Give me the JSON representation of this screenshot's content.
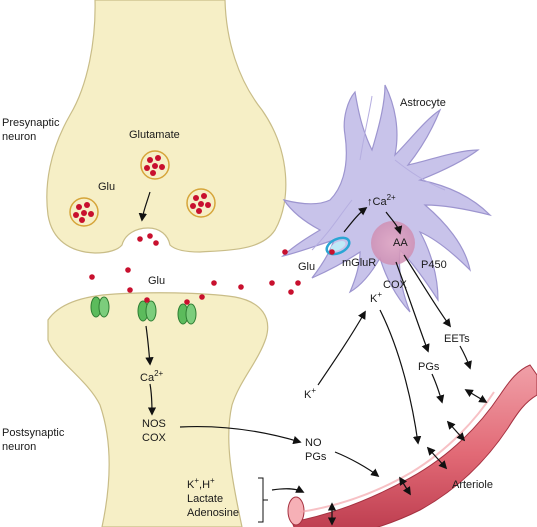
{
  "labels": {
    "presynaptic_line1": "Presynaptic",
    "presynaptic_line2": "neuron",
    "glutamate": "Glutamate",
    "glu_vesicles": "Glu",
    "glu_cleft": "Glu",
    "glu_astro": "Glu",
    "astrocyte": "Astrocyte",
    "ca_astro_arrow": "↑Ca",
    "ca_astro_sup": "2+",
    "aa": "AA",
    "mglur": "mGluR",
    "p450": "P450",
    "cox_astro": "COX",
    "k_astro": "K",
    "k_astro_sup": "+",
    "eets": "EETs",
    "pgs_astro": "PGs",
    "k_left": "K",
    "k_left_sup": "+",
    "ca_post": "Ca",
    "ca_post_sup": "2+",
    "nos": "NOS",
    "cox_post": "COX",
    "postsynaptic_line1": "Postsynaptic",
    "postsynaptic_line2": "neuron",
    "no": "NO",
    "pgs_post": "PGs",
    "khp_line1": "K",
    "khp_sup1": "+",
    "khp_mid": ",H",
    "khp_sup2": "+",
    "lactate": "Lactate",
    "adenosine": "Adenosine",
    "arteriole": "Arteriole"
  },
  "colors": {
    "neuron_fill": "#f6efc6",
    "neuron_stroke": "#c9bd88",
    "astro_fill": "#c8c3ea",
    "astro_stroke": "#9d95cf",
    "astro_core": "#d59bb6",
    "vessel_fill": "#e8707a",
    "vessel_dark": "#c2404d",
    "vessel_inner": "#f4a6ad",
    "dot_red": "#c8102e",
    "receptor_green": "#5cbb5c",
    "mglur_cyan": "#5ec4e6"
  }
}
